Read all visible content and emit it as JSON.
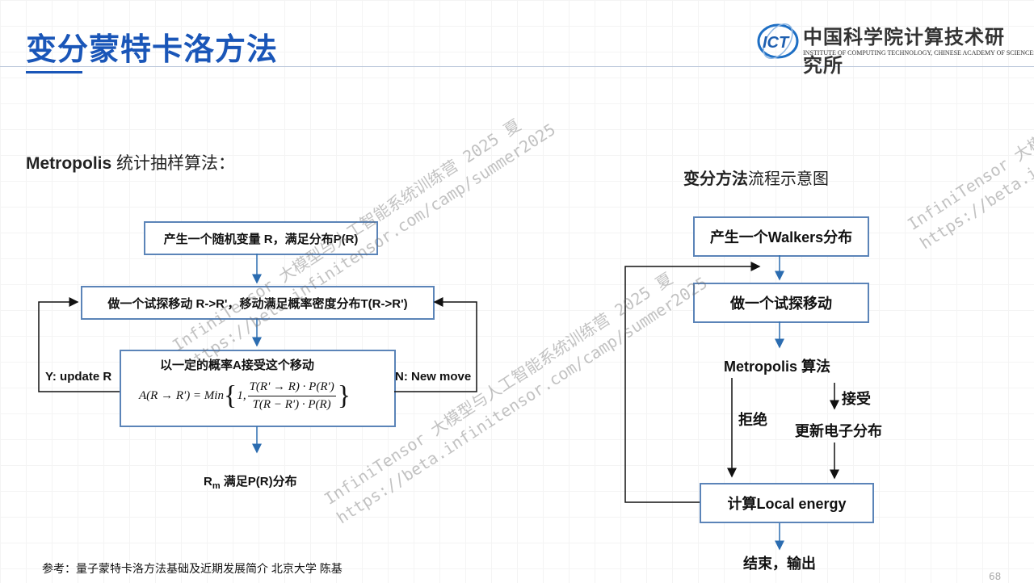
{
  "slide": {
    "title": "变分蒙特卡洛方法",
    "page_number": "68",
    "reference": "参考：量子蒙特卡洛方法基础及近期发展简介 北京大学 陈基"
  },
  "logo": {
    "chinese": "中国科学院计算技术研究所",
    "english": "INSTITUTE OF COMPUTING TECHNOLOGY, CHINESE ACADEMY OF SCIENCES",
    "mark": "ICT"
  },
  "left_diagram": {
    "heading_bold": "Metropolis",
    "heading_rest": " 统计抽样算法：",
    "box1": "产生一个随机变量 R，满足分布P(R)",
    "box2": "做一个试探移动 R->R'，移动满足概率密度分布T(R->R')",
    "box3_head": "以一定的概率A接受这个移动",
    "formula_lhs": "A(R → R') = Min",
    "formula_one": "1,",
    "formula_num": "T(R' → R) · P(R')",
    "formula_den": "T(R − R') · P(R)",
    "label_yes": "Y: update R",
    "label_no": "N: New move",
    "result_main": "R",
    "result_sub": "m",
    "result_rest": " 满足P(R)分布"
  },
  "right_diagram": {
    "heading_bold": "变分方法",
    "heading_rest": "流程示意图",
    "box1": "产生一个Walkers分布",
    "box2": "做一个试探移动",
    "metropolis": "Metropolis 算法",
    "reject": "拒绝",
    "accept": "接受",
    "update": "更新电子分布",
    "box3": "计算Local energy",
    "end": "结束，输出"
  },
  "watermark": {
    "line1": "InfiniTensor 大模型与人工智能系统训练营 2025 夏",
    "line2": "https://beta.infinitensor.com/camp/summer2025"
  },
  "colors": {
    "title": "#1a56b8",
    "box_border": "#5b84b8",
    "arrow": "#2b6cb0"
  }
}
